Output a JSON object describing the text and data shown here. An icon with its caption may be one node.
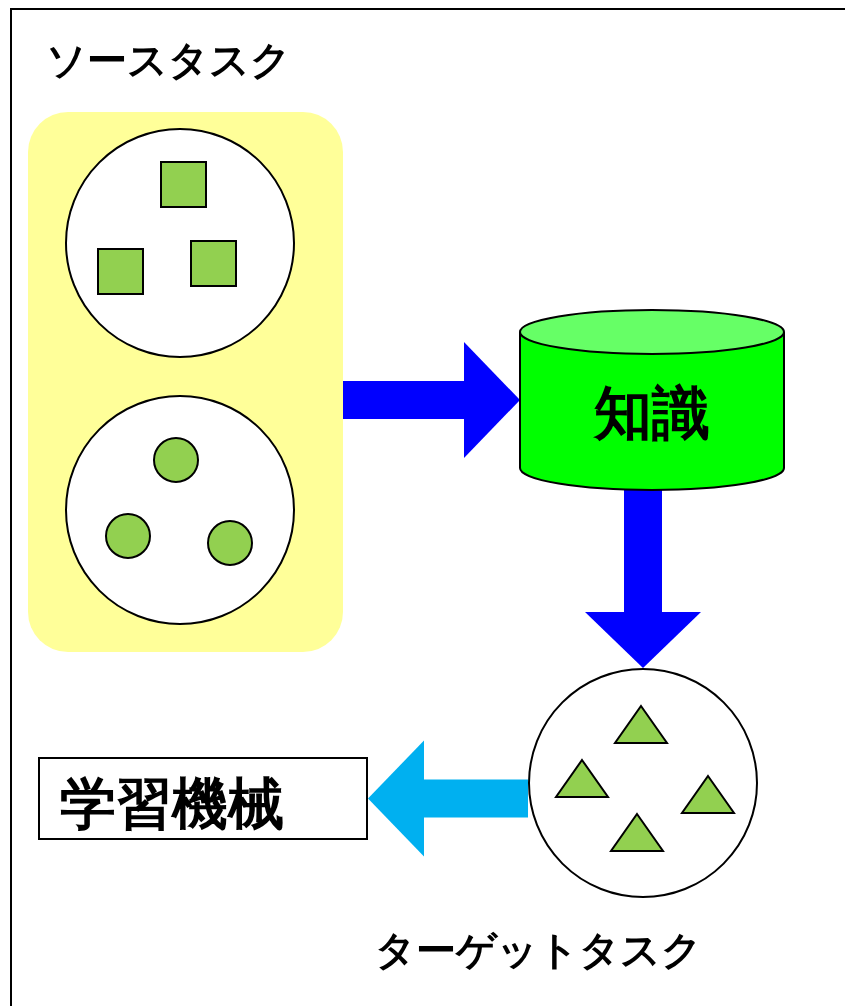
{
  "diagram": {
    "nodes": [
      {
        "text": [
          "ソースタスク"
        ]
      },
      {
        "text": [],
        "shape": "circle",
        "in": 0
      },
      {
        "text": [],
        "shape": "box",
        "in": 1
      },
      {
        "text": [],
        "shape": "box",
        "in": 1
      },
      {
        "text": [],
        "shape": "box",
        "in": 1
      },
      {
        "text": [],
        "shape": "circle",
        "in": 0
      },
      {
        "text": [],
        "shape": "circle",
        "in": 5
      },
      {
        "text": [],
        "shape": "circle",
        "in": 5
      },
      {
        "text": [],
        "shape": "circle",
        "in": 5
      },
      {
        "text": [
          "知識"
        ]
      },
      {
        "text": [
          "ターゲットタスク"
        ]
      },
      {
        "text": [],
        "shape": "triangle",
        "in": 10
      },
      {
        "text": [],
        "shape": "triangle",
        "in": 10
      },
      {
        "text": [],
        "shape": "triangle",
        "in": 10
      },
      {
        "text": [],
        "shape": "triangle",
        "in": 10
      },
      {
        "text": [
          "学習機械"
        ]
      }
    ],
    "edges": [
      {
        "from": 0,
        "to": 9,
        "arrow": "to"
      },
      {
        "from": 9,
        "to": 10,
        "arrow": "to"
      },
      {
        "from": 10,
        "to": 15,
        "arrow": "to",
        "color": "#00b0f0"
      }
    ]
  }
}
